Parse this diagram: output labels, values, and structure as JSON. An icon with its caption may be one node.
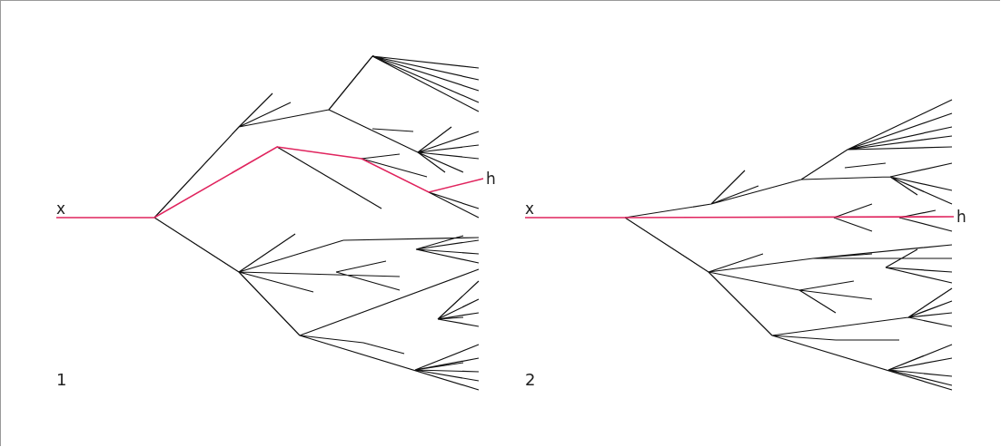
{
  "diagram": {
    "nodes": [
      {
        "text": [
          "x"
        ]
      },
      {
        "text": [
          "h"
        ]
      },
      {
        "text": [
          "x"
        ]
      },
      {
        "text": [
          "h"
        ]
      }
    ],
    "edges": [
      {
        "from": 0,
        "to": 1,
        "arrow": "none",
        "color": "#e0245e"
      },
      {
        "from": 2,
        "to": 3,
        "arrow": "none",
        "color": "#e0245e"
      }
    ],
    "labels": [
      "1",
      "2"
    ]
  }
}
